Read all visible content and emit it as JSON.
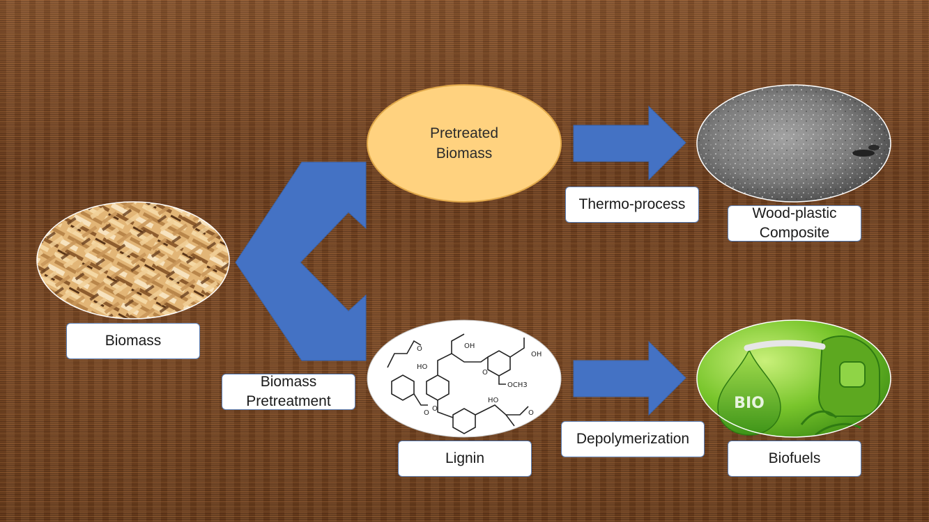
{
  "nodes": {
    "biomass": {
      "label": "Biomass"
    },
    "pretreated": {
      "line1": "Pretreated",
      "line2": "Biomass"
    },
    "lignin": {
      "label": "Lignin"
    },
    "wpc": {
      "line1": "Wood-plastic",
      "line2": "Composite"
    },
    "biofuels": {
      "label": "Biofuels",
      "logo_text": "BIO"
    }
  },
  "processes": {
    "pretreatment": {
      "line1": "Biomass",
      "line2": "Pretreatment"
    },
    "thermo": {
      "label": "Thermo-process"
    },
    "depoly": {
      "label": "Depolymerization"
    }
  },
  "molecule_labels": [
    "OH",
    "HO",
    "OH",
    "O",
    "OCH3",
    "HO",
    "O",
    "O",
    "O",
    "O"
  ],
  "colors": {
    "arrow": "#4472c4",
    "pretreated_fill": "#ffd27f",
    "pretreated_stroke": "#e0a84a",
    "bio_green": "#6fbf2a"
  }
}
